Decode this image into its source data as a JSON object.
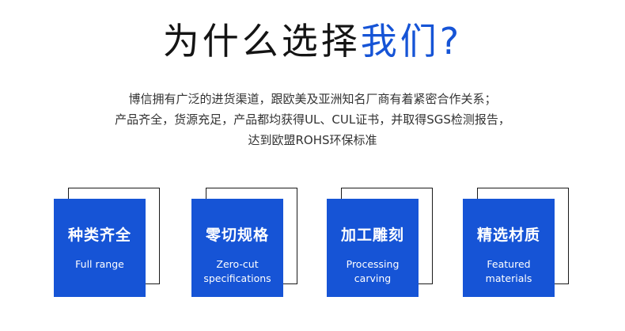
{
  "title": {
    "part1": "为什么选择",
    "part2": "我们?"
  },
  "intro": {
    "line1": "博信拥有广泛的进货渠道，跟欧美及亚洲知名厂商有着紧密合作关系；",
    "line2": "产品齐全，货源充足，产品都均获得UL、CUL证书，并取得SGS检测报告，",
    "line3": "达到欧盟ROHS环保标准"
  },
  "cards": [
    {
      "title": "种类齐全",
      "sub1": "Full range",
      "sub2": ""
    },
    {
      "title": "零切规格",
      "sub1": "Zero-cut",
      "sub2": "specifications"
    },
    {
      "title": "加工雕刻",
      "sub1": "Processing",
      "sub2": "carving"
    },
    {
      "title": "精选材质",
      "sub1": "Featured",
      "sub2": "materials"
    }
  ],
  "colors": {
    "accent": "#1654d6",
    "text": "#141414"
  }
}
